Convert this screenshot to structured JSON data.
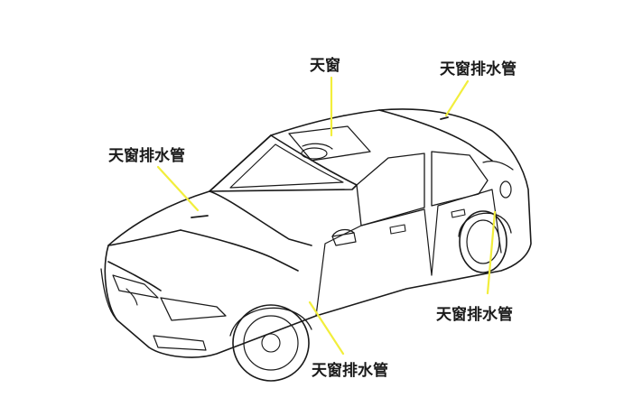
{
  "diagram": {
    "labels": {
      "sunroof": "天窗",
      "drain_rear_top": "天窗排水管",
      "drain_front_left": "天窗排水管",
      "drain_rear_right": "天窗排水管",
      "drain_front_bottom": "天窗排水管"
    },
    "colors": {
      "callout_line": "#f2ee3c",
      "outline": "#1a1a1a",
      "label_text": "#1a1a1a"
    }
  }
}
